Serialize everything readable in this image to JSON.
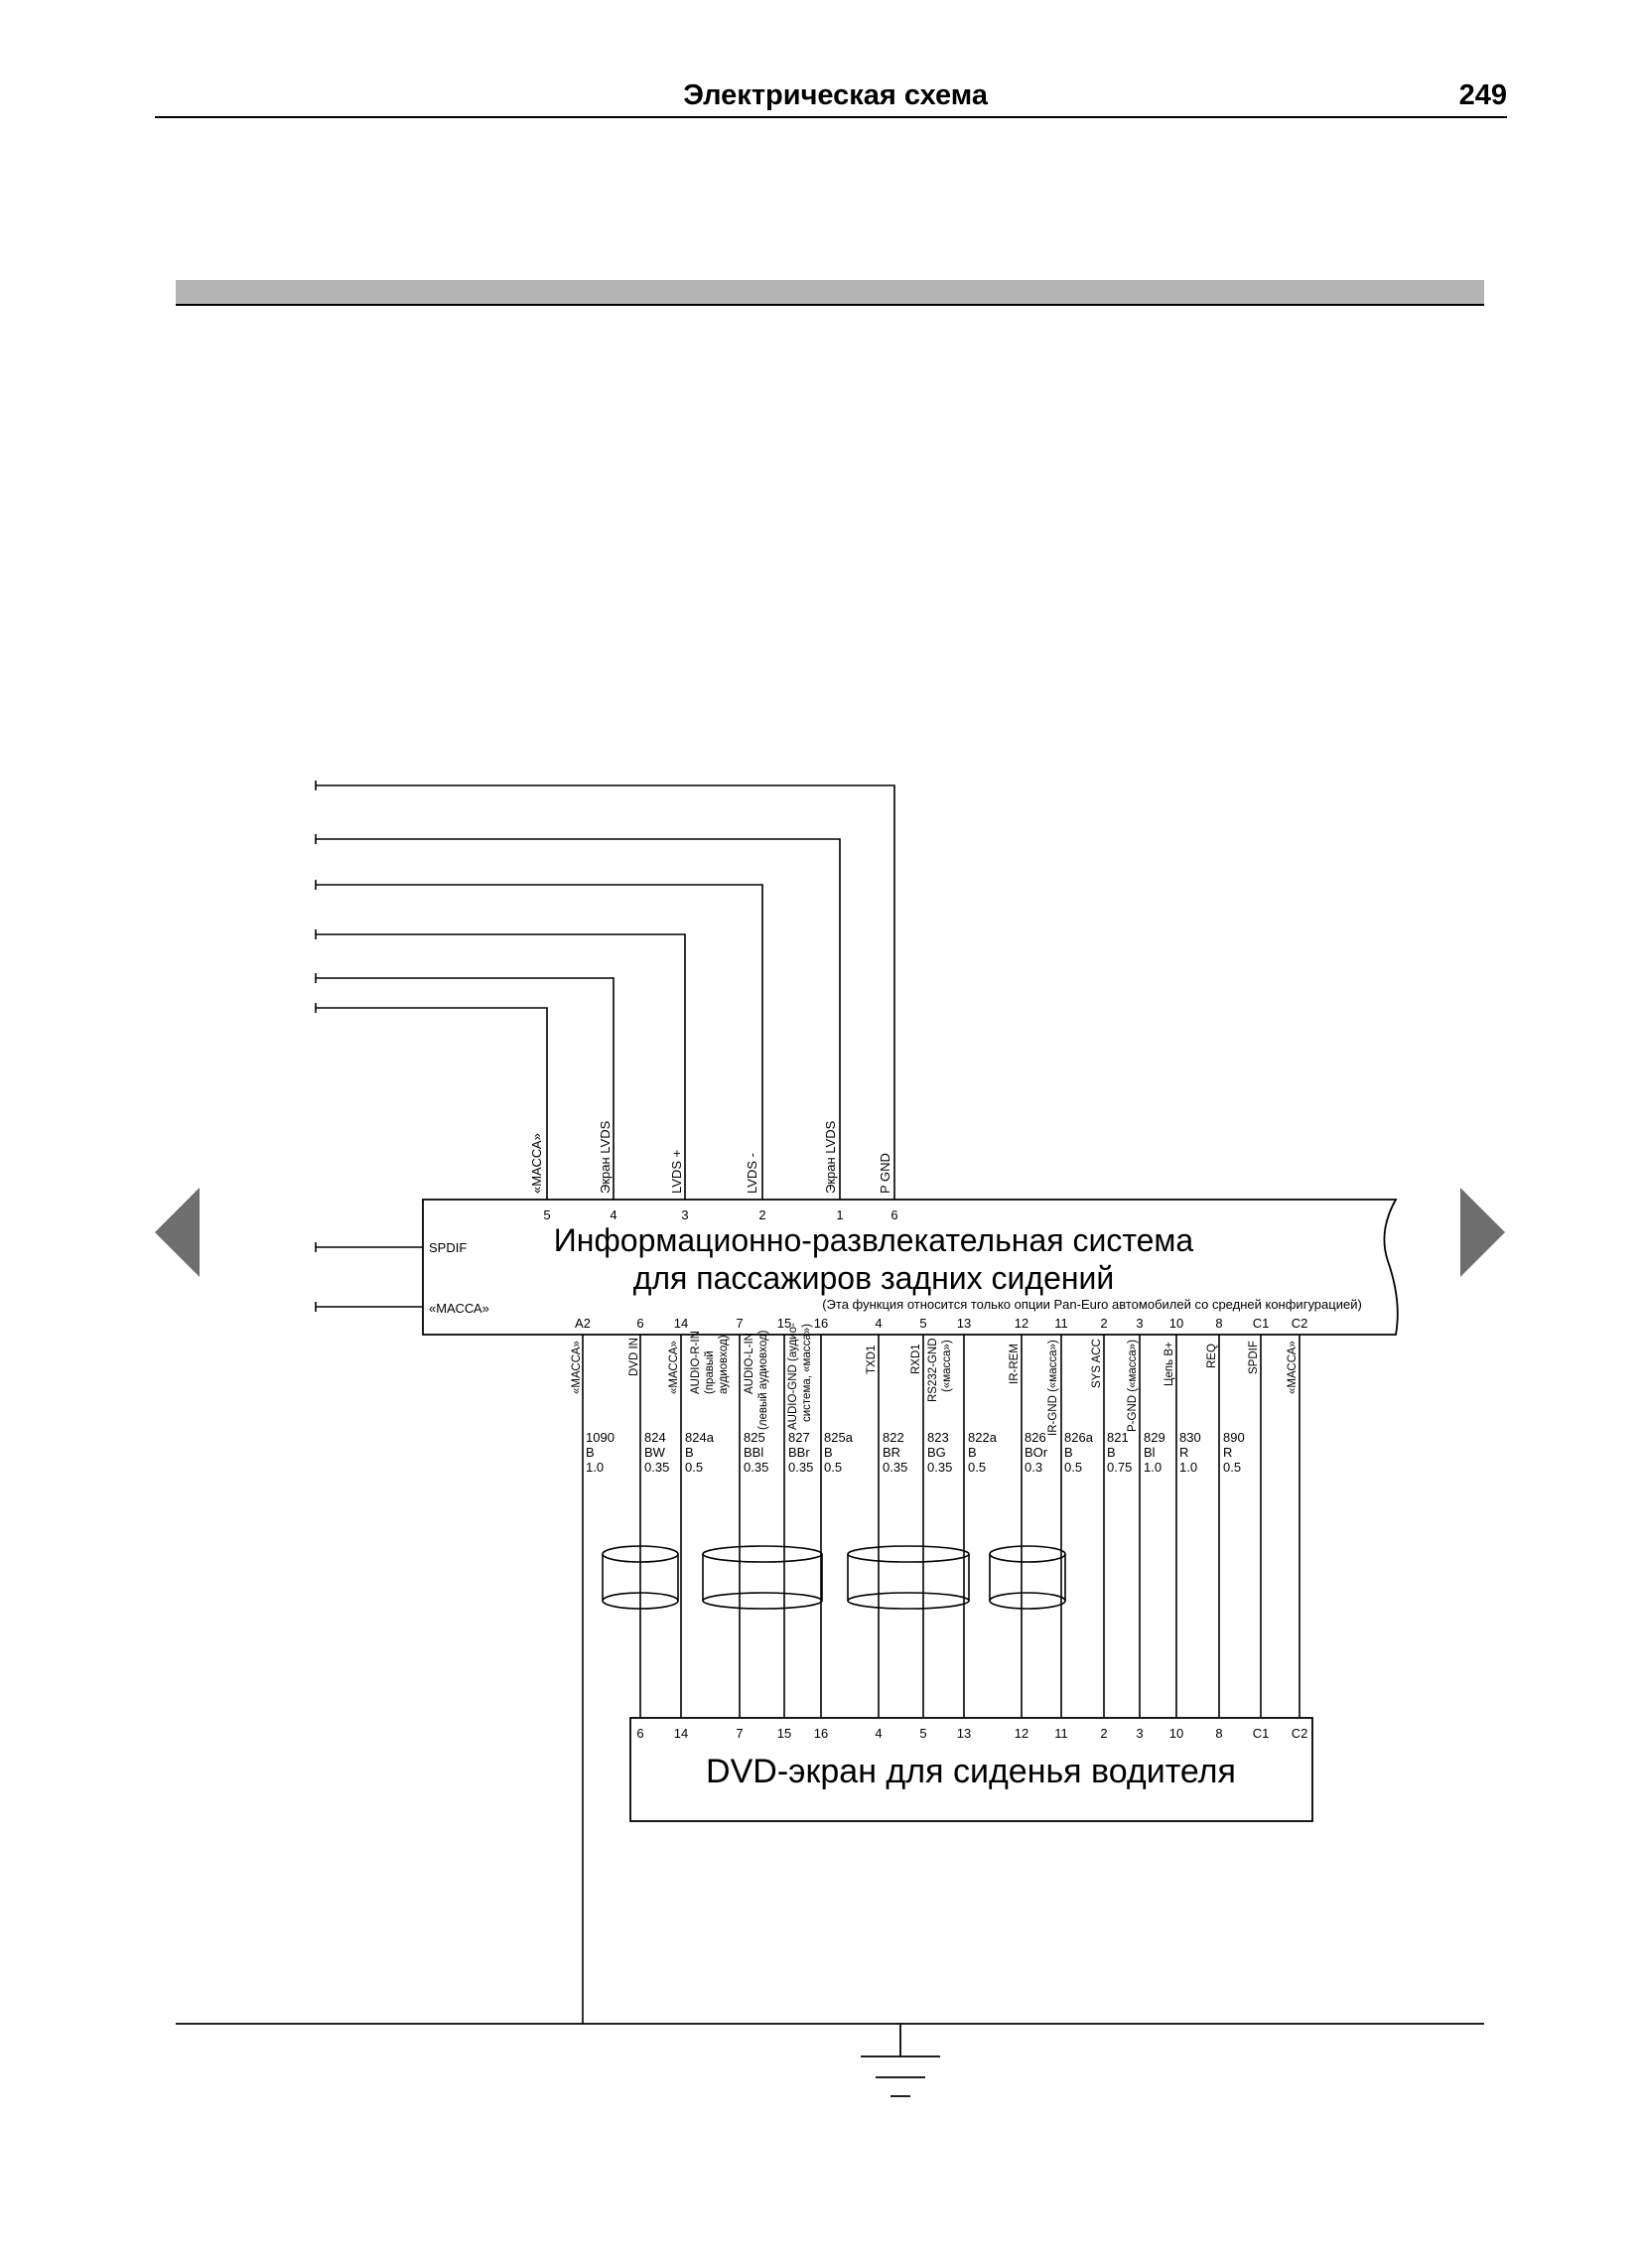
{
  "header": {
    "section_title": "Электрическая схема",
    "page_number": "249"
  },
  "top_connector": {
    "pins": [
      {
        "label": "«МАССА»",
        "num": "5"
      },
      {
        "label": "Экран LVDS",
        "num": "4"
      },
      {
        "label": "LVDS +",
        "num": "3"
      },
      {
        "label": "LVDS -",
        "num": "2"
      },
      {
        "label": "Экран LVDS",
        "num": "1"
      },
      {
        "label": "P GND",
        "num": "6"
      }
    ]
  },
  "main_unit": {
    "title_line1": "Информационно-развлекательная система",
    "title_line2": "для пассажиров задних сидений",
    "note": "(Эта функция относится только опции Pan-Euro автомобилей со средней конфигурацией)",
    "left_labels": [
      "SPDIF",
      "«МАССА»"
    ]
  },
  "bottom_pins": [
    {
      "num": "A2",
      "label": "«МАССА»",
      "code": "1090",
      "color": "B",
      "size": "1.0"
    },
    {
      "num": "6",
      "label": "DVD IN",
      "code": "824",
      "color": "BW",
      "size": "0.35"
    },
    {
      "num": "14",
      "label": "«МАССА»",
      "code": "824a",
      "color": "B",
      "size": "0.5"
    },
    {
      "num": "",
      "label": "AUDIO-R-IN",
      "code": "",
      "color": "",
      "size": ""
    },
    {
      "num": "",
      "label": "(правый",
      "code": "",
      "color": "",
      "size": ""
    },
    {
      "num": "",
      "label": "аудиовход)",
      "code": "",
      "color": "",
      "size": ""
    },
    {
      "num": "7",
      "label": "AUDIO-L-IN",
      "code": "825",
      "color": "BBl",
      "size": "0.35"
    },
    {
      "num": "",
      "label": "(левый аудиовход)",
      "code": "",
      "color": "",
      "size": ""
    },
    {
      "num": "15",
      "label": "AUDIO-GND (аудио-",
      "code": "827",
      "color": "BBr",
      "size": "0.35"
    },
    {
      "num": "",
      "label": "система, «масса»)",
      "code": "",
      "color": "",
      "size": ""
    },
    {
      "num": "16",
      "label": "",
      "code": "825a",
      "color": "B",
      "size": "0.5"
    },
    {
      "num": "4",
      "label": "TXD1",
      "code": "822",
      "color": "BR",
      "size": "0.35"
    },
    {
      "num": "5",
      "label": "RXD1",
      "code": "823",
      "color": "BG",
      "size": "0.35"
    },
    {
      "num": "13",
      "label": "RS232-GND",
      "code": "822a",
      "color": "B",
      "size": "0.5"
    },
    {
      "num": "",
      "label": "(«масса»)",
      "code": "",
      "color": "",
      "size": ""
    },
    {
      "num": "12",
      "label": "IR-REM",
      "code": "826",
      "color": "BOr",
      "size": "0.3"
    },
    {
      "num": "11",
      "label": "IR-GND («масса»)",
      "code": "826a",
      "color": "B",
      "size": "0.5"
    },
    {
      "num": "2",
      "label": "SYS ACC",
      "code": "821",
      "color": "B",
      "size": "0.75"
    },
    {
      "num": "3",
      "label": "P-GND («масса»)",
      "code": "829",
      "color": "Bl",
      "size": "1.0"
    },
    {
      "num": "10",
      "label": "Цепь B+",
      "code": "830",
      "color": "R",
      "size": "1.0"
    },
    {
      "num": "8",
      "label": "REQ",
      "code": "890",
      "color": "R",
      "size": "0.5"
    },
    {
      "num": "C1",
      "label": "SPDIF",
      "code": "",
      "color": "",
      "size": ""
    },
    {
      "num": "C2",
      "label": "«МАССА»",
      "code": "",
      "color": "",
      "size": ""
    }
  ],
  "dvd_unit": {
    "title": "DVD-экран для сиденья водителя",
    "pins": [
      "6",
      "14",
      "7",
      "15",
      "16",
      "4",
      "5",
      "13",
      "12",
      "11",
      "2",
      "3",
      "10",
      "8",
      "C1",
      "C2"
    ]
  }
}
